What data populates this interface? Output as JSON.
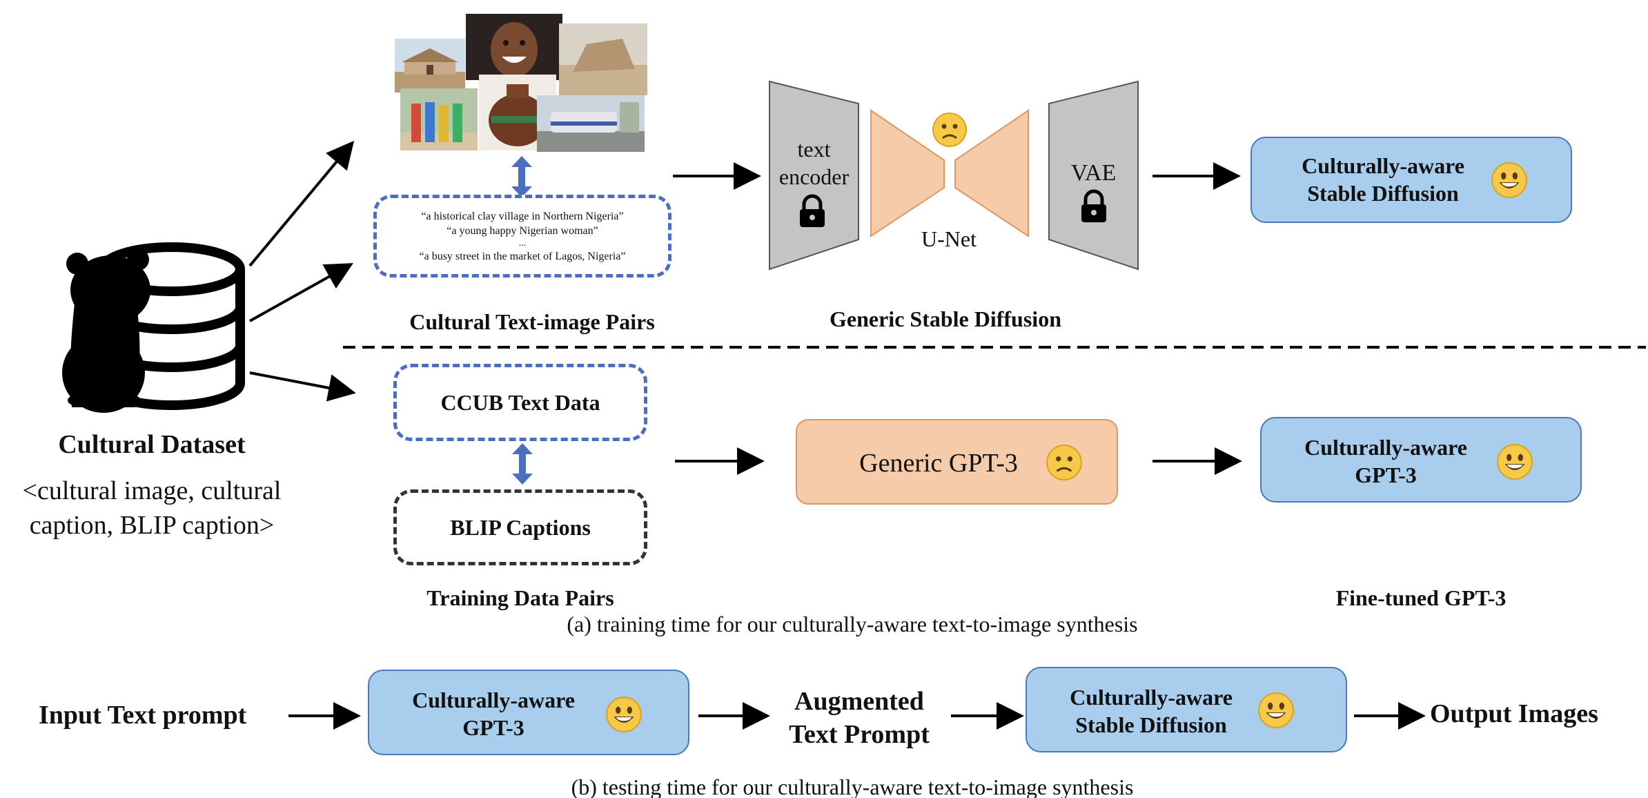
{
  "dataset": {
    "title": "Cultural Dataset",
    "line1": "<cultural image, cultural",
    "line2": "caption, BLIP caption>"
  },
  "pairs": {
    "captions": [
      "“a historical clay village in Northern Nigeria”",
      "“a young happy Nigerian woman”",
      "...",
      "“a busy street in the market of Lagos, Nigeria”"
    ],
    "label": "Cultural Text-image Pairs"
  },
  "diffusion": {
    "text_encoder_line1": "text",
    "text_encoder_line2": "encoder",
    "unet": "U-Net",
    "vae": "VAE",
    "label": "Generic Stable Diffusion"
  },
  "aware_sd": {
    "line1": "Culturally-aware",
    "line2": "Stable Diffusion"
  },
  "training": {
    "ccub": "CCUB Text Data",
    "blip": "BLIP Captions",
    "pairs_label": "Training Data Pairs",
    "generic_gpt": "Generic GPT-3",
    "aware_gpt_line1": "Culturally-aware",
    "aware_gpt_line2": "GPT-3",
    "finetuned_label": "Fine-tuned GPT-3",
    "caption": "(a) training time for our culturally-aware text-to-image synthesis"
  },
  "testing": {
    "input": "Input Text prompt",
    "gpt_line1": "Culturally-aware",
    "gpt_line2": "GPT-3",
    "augmented_line1": "Augmented",
    "augmented_line2": "Text Prompt",
    "sd_line1": "Culturally-aware",
    "sd_line2": "Stable Diffusion",
    "output": "Output Images",
    "caption": "(b) testing time for our culturally-aware text-to-image synthesis"
  },
  "colors": {
    "blue_fill": "#a9cdec",
    "peach_fill": "#f6cba9",
    "dash_blue": "#4a6fc1",
    "gray_fill": "#c4c4c4"
  },
  "icons": [
    "database-icon",
    "bear-silhouette-icon",
    "lock-icon",
    "smiley-icon",
    "frowning-face-icon"
  ]
}
